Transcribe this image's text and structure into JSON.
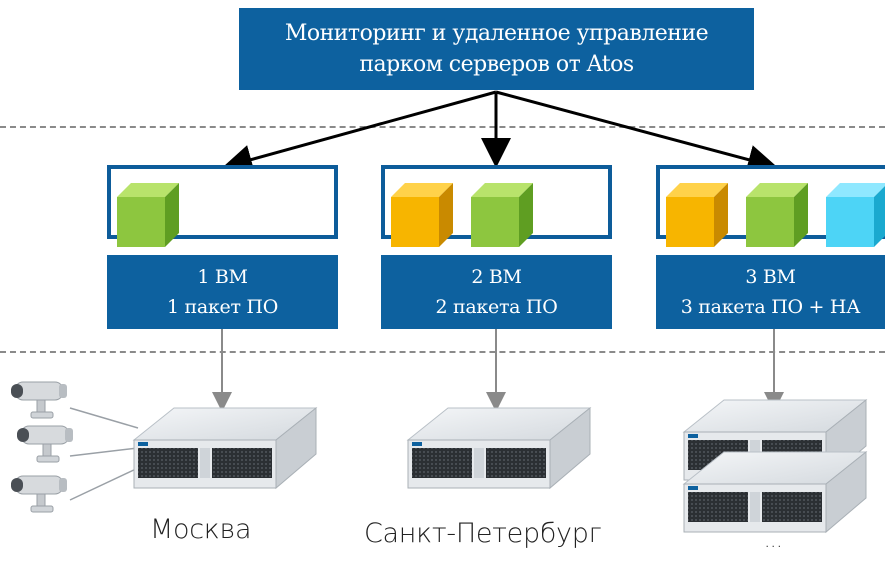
{
  "header": {
    "line1": "Мониторинг и удаленное управление",
    "line2": "парком серверов от Atos"
  },
  "sites": [
    {
      "vm_line": "1 ВМ",
      "pkg_line": "1 пакет ПО",
      "city": "Москва",
      "cubes": [
        "green"
      ]
    },
    {
      "vm_line": "2 ВМ",
      "pkg_line": "2 пакета ПО",
      "city": "Санкт-Петербург",
      "cubes": [
        "orange",
        "green"
      ]
    },
    {
      "vm_line": "3 ВМ",
      "pkg_line": "3 пакета ПО + НА",
      "city": "...",
      "cubes": [
        "orange",
        "green",
        "cyan"
      ]
    }
  ],
  "colors": {
    "brand_blue": "#0d619f",
    "cube_green": "#8dc63f",
    "cube_orange": "#f7b500",
    "cube_cyan": "#4dd4f6"
  },
  "icons": [
    "security-camera-icon",
    "server-appliance-icon"
  ]
}
